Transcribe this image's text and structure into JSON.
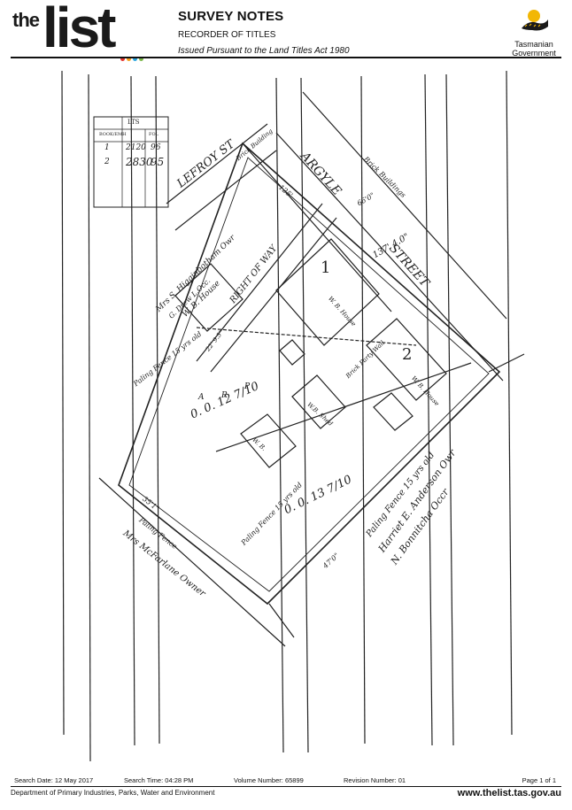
{
  "brand": {
    "logo_the": "the",
    "logo_list": "list",
    "dot_colors": [
      "#e4322b",
      "#f6a01a",
      "#2aa5df",
      "#7ab648"
    ]
  },
  "header": {
    "title": "SURVEY NOTES",
    "subtitle": "RECORDER OF TITLES",
    "issued": "Issued Pursuant to the Land Titles Act 1980",
    "gov_line1": "Tasmanian",
    "gov_line2": "Government"
  },
  "plan": {
    "table": {
      "head_left": "LTS",
      "head_sub_left": "BOOK/EMH",
      "head_sub_right": "FOL",
      "rows": [
        {
          "n": "1",
          "a": "2120",
          "b": "96"
        },
        {
          "n": "2",
          "a": "2830",
          "b": "95"
        }
      ]
    },
    "labels": {
      "lefroy": "LEFROY ST",
      "argyle": "ARGYLE",
      "street": "STREET",
      "brick_buildings": "Brick Buildings",
      "brick_building": "Brick Building",
      "owner_left_1": "Mrs S. Higginbotham Owr",
      "owner_left_2": "G. Drew L.Occ.",
      "wb_house_left": "W. B. House",
      "right_of_way": "RIGHT OF WAY",
      "lot1": "1",
      "lot2": "2",
      "wb_house_1": "W. B. House",
      "wb_house_2": "W. B. House",
      "brick_party_wall": "Brick Party Wall",
      "wb_shed": "W.B. Shed",
      "wb_small": "W. B.",
      "area_left_a": "A",
      "area_left_r": "R",
      "area_left_p": "P",
      "area_left": "0.  0.  12 7/10",
      "area_right": "0.  0.  13 7/10",
      "paling_fence_left": "Paling Fence 15 yrs old",
      "paling_fence_mid": "Paling Fence 15 yrs old",
      "paling_fence_right": "Paling Fence 15 yrs old",
      "paling_fence_bottom": "Paling Fence",
      "owner_right_1": "Harriet E. Anderson Owr",
      "owner_right_2": "N. Bonnitcha Occr",
      "owner_bottom": "Mrs McFarlane Owner",
      "dim_137": "137' 4.0\"",
      "dim_66": "66'0\"",
      "dim_125": "125'",
      "dim_35": "35'1\"",
      "dim_47": "47'0\"",
      "dim_right_of_way": "22' 9.5\""
    }
  },
  "footer": {
    "search_date": "Search Date: 12 May 2017",
    "search_time": "Search Time: 04:28 PM",
    "volume": "Volume Number: 65899",
    "revision": "Revision Number: 01",
    "page": "Page 1 of  1",
    "department": "Department of Primary Industries, Parks, Water and Environment",
    "url": "www.thelist.tas.gov.au"
  }
}
